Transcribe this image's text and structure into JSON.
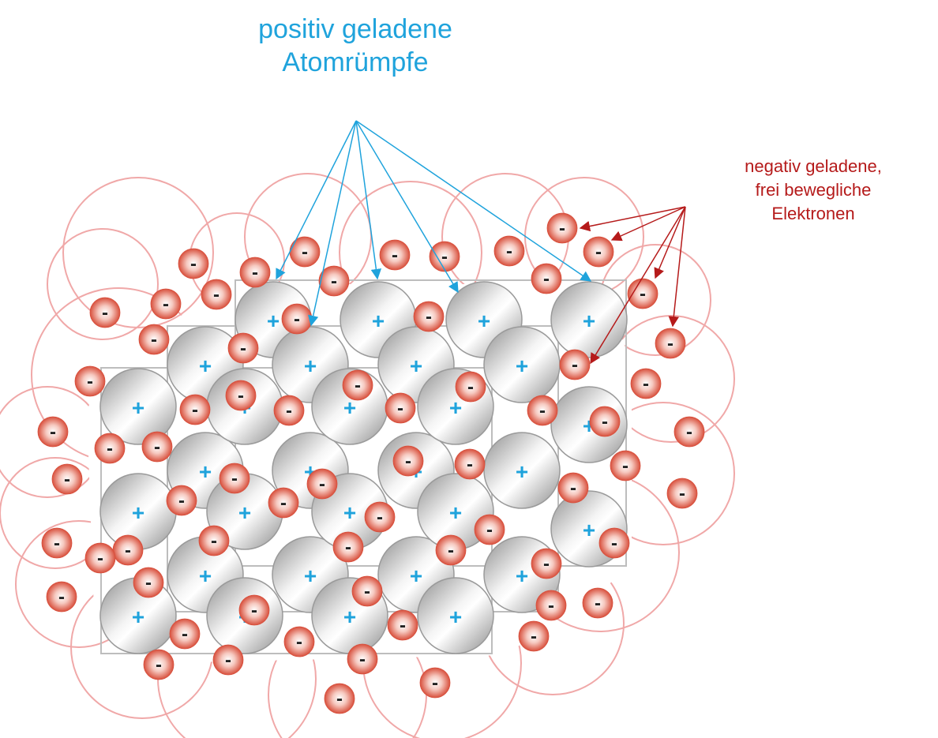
{
  "labels": {
    "ions_line1": "positiv geladene",
    "ions_line2": "Atomrümpfe",
    "electrons_line1": "negativ geladene,",
    "electrons_line2": "frei bewegliche",
    "electrons_line3": "Elektronen"
  },
  "symbols": {
    "ion": "+",
    "electron": "-"
  },
  "colors": {
    "ion_label": "#1fa3dc",
    "electron_label": "#b51a1a",
    "cloud": "#f0a8a8",
    "electron_fill": "#e0604f",
    "ion_fill": "#b9b9b9"
  }
}
